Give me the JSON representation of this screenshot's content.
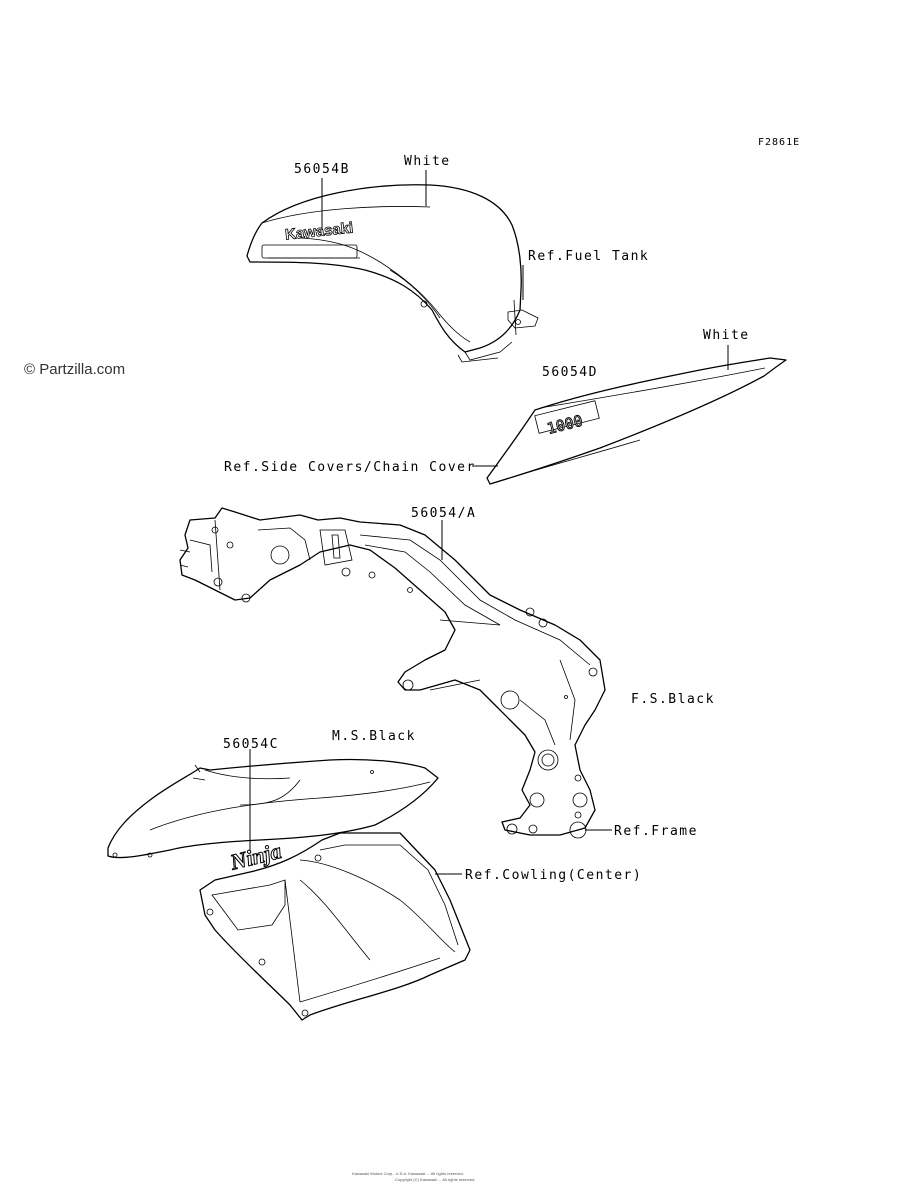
{
  "figure_id": "F2861E",
  "watermark": "© Partzilla.com",
  "labels": {
    "p56054b": "56054B",
    "white_tank": "White",
    "ref_fuel_tank": "Ref.Fuel Tank",
    "white_cover": "White",
    "p56054d": "56054D",
    "ref_side_covers": "Ref.Side Covers/Chain Cover",
    "p56054a": "56054/A",
    "fs_black": "F.S.Black",
    "p56054c": "56054C",
    "ms_black": "M.S.Black",
    "ref_frame": "Ref.Frame",
    "ref_cowling": "Ref.Cowling(Center)"
  },
  "decals": {
    "tank_logo": "Kawasaki",
    "cover_logo": "1000",
    "cowl_logo": "Ninja"
  },
  "footer": {
    "line1": "Kawasaki Motors Corp., U.S.A. Kawasaki ... All rights reserved.",
    "line2": "Copyright (C) Kawasaki ... All rights reserved."
  }
}
